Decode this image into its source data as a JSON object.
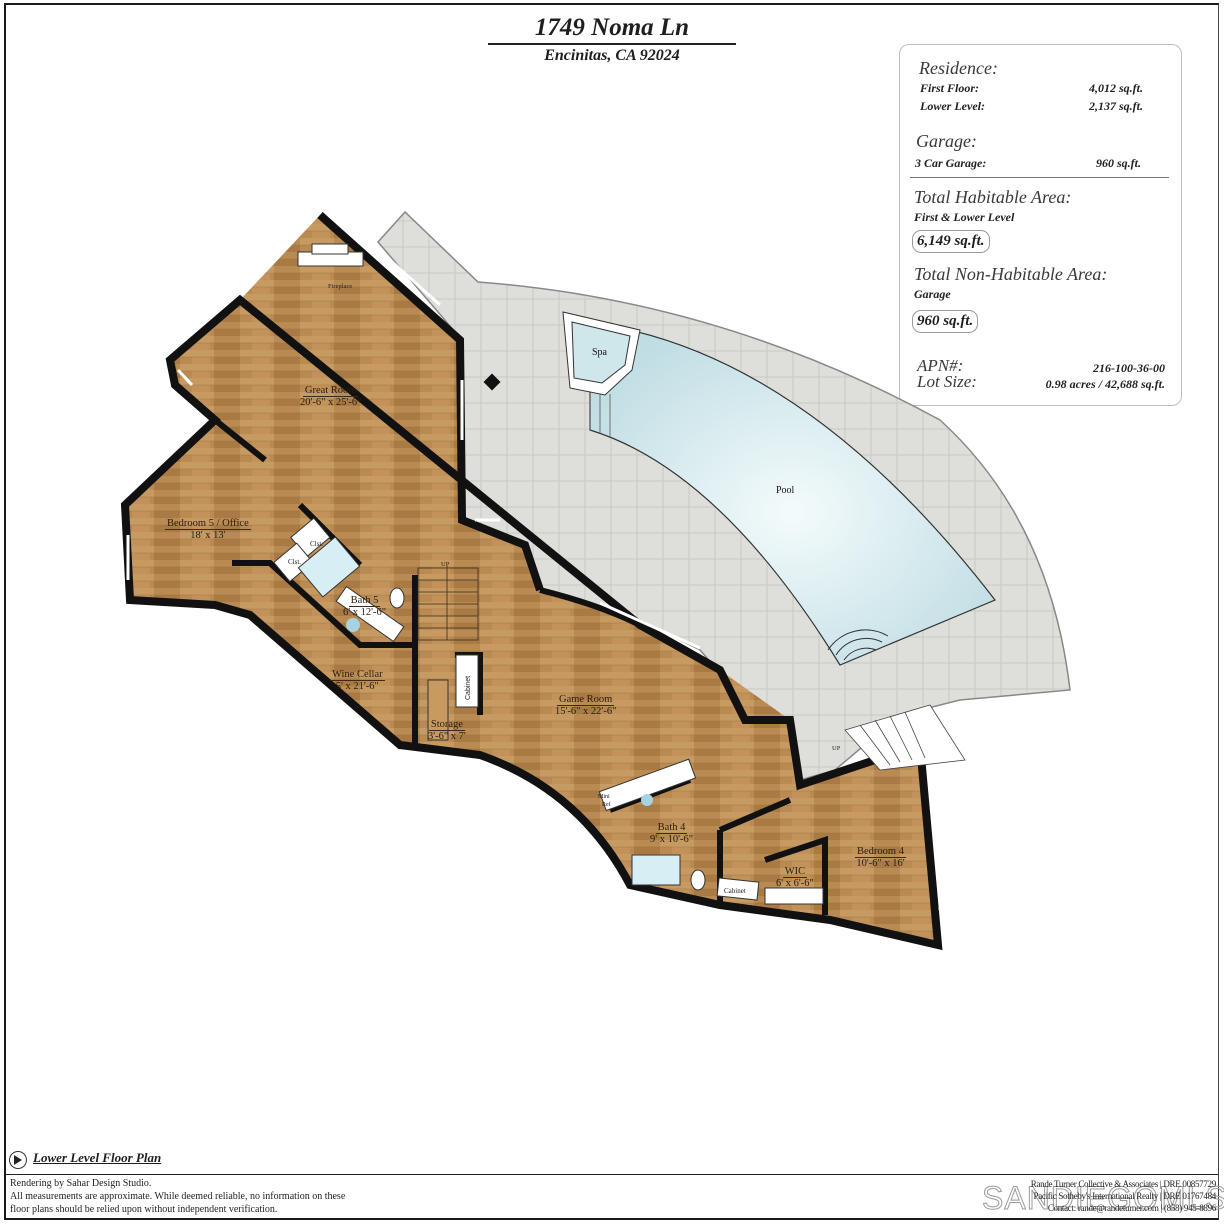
{
  "header": {
    "address": "1749 Noma Ln",
    "city": "Encinitas, CA 92024"
  },
  "summary": {
    "residence_heading": "Residence:",
    "first_floor_label": "First Floor:",
    "first_floor_value": "4,012 sq.ft.",
    "lower_level_label": "Lower Level:",
    "lower_level_value": "2,137 sq.ft.",
    "garage_heading": "Garage:",
    "garage_label": "3 Car Garage:",
    "garage_value": "960 sq.ft.",
    "habitable_heading": "Total Habitable Area:",
    "habitable_sub": "First & Lower Level",
    "habitable_value": "6,149 sq.ft.",
    "nonhabitable_heading": "Total Non-Habitable Area:",
    "nonhabitable_sub": "Garage",
    "nonhabitable_value": "960 sq.ft.",
    "apn_label": "APN#:",
    "apn_value": "216-100-36-00",
    "lot_label": "Lot Size:",
    "lot_value": "0.98 acres / 42,688 sq.ft."
  },
  "rooms": [
    {
      "name": "Great Room",
      "dims": "20'-6\" x 25'-6\""
    },
    {
      "name": "Bedroom 5 / Office",
      "dims": "18' x 13'"
    },
    {
      "name": "Bath 5",
      "dims": "6' x 12'-6\""
    },
    {
      "name": "Wine Cellar",
      "dims": "5' x 21'-6\""
    },
    {
      "name": "Storage",
      "dims": "3'-6\" x 7'"
    },
    {
      "name": "Game Room",
      "dims": "15'-6\" x 22'-6\""
    },
    {
      "name": "Bath 4",
      "dims": "9' x 10'-6\""
    },
    {
      "name": "WIC",
      "dims": "6' x 6'-6\""
    },
    {
      "name": "Bedroom 4",
      "dims": "10'-6\" x 16'"
    }
  ],
  "fixtures": {
    "fireplace": "Fireplace",
    "spa": "Spa",
    "pool": "Pool",
    "closet1": "Clst.",
    "closet2": "Clst.",
    "cabinet1": "Cabinet",
    "cabinet2": "Cabinet",
    "mini_ref": "Mini Ref",
    "up1": "UP",
    "up2": "UP"
  },
  "colors": {
    "floor_wood": "#b8894f",
    "wall": "#111111",
    "patio": "#dcdcd8",
    "pool": "#cfe6ea"
  },
  "footer": {
    "plan_name": "Lower Level Floor Plan",
    "disclaimer_line1": "Rendering by Sahar Design Studio.",
    "disclaimer_line2": "All measurements are approximate. While deemed reliable, no information on these",
    "disclaimer_line3": "floor plans should be relied upon without independent verification.",
    "credit_line1": "Rande Turner Collective & Associates | DRE 00857729",
    "credit_line2": "Pacific Sotheby's International Realty | DRE 01767484",
    "credit_line3": "Contact: rande@randeturner.com | (858) 945-8896",
    "watermark": "SANDIEGOMLS"
  }
}
